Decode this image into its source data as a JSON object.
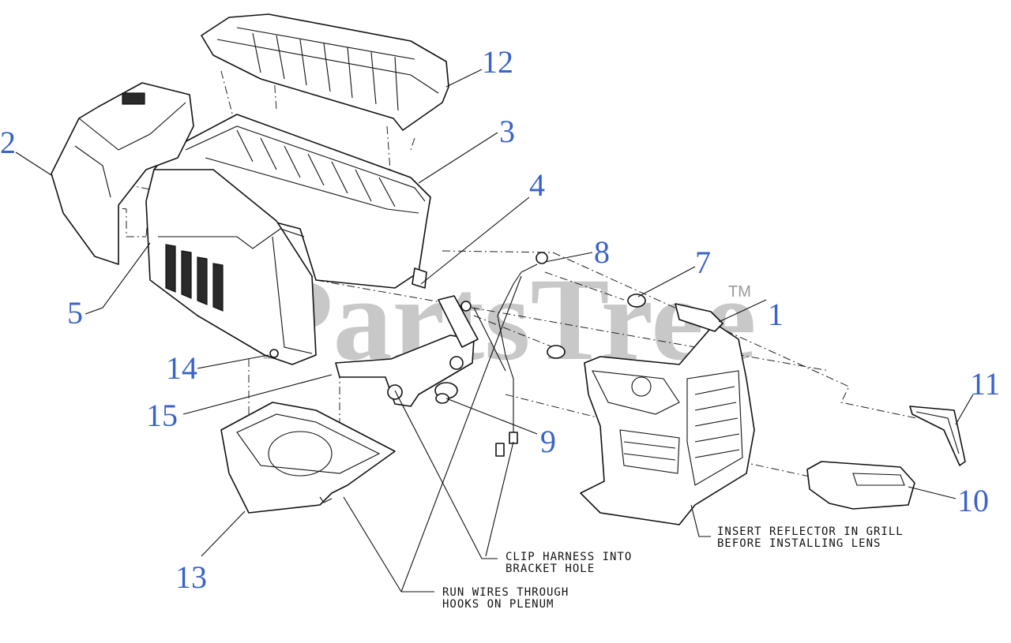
{
  "watermark": {
    "text": "PartsTree",
    "trademark": "TM"
  },
  "callouts": [
    {
      "id": "12",
      "label": "12"
    },
    {
      "id": "3",
      "label": "3"
    },
    {
      "id": "4",
      "label": "4"
    },
    {
      "id": "2",
      "label": "2"
    },
    {
      "id": "5",
      "label": "5"
    },
    {
      "id": "8",
      "label": "8"
    },
    {
      "id": "7",
      "label": "7"
    },
    {
      "id": "1",
      "label": "1"
    },
    {
      "id": "14",
      "label": "14"
    },
    {
      "id": "15",
      "label": "15"
    },
    {
      "id": "9",
      "label": "9"
    },
    {
      "id": "11",
      "label": "11"
    },
    {
      "id": "10",
      "label": "10"
    },
    {
      "id": "13",
      "label": "13"
    }
  ],
  "notes": {
    "insert_reflector": [
      "INSERT REFLECTOR IN GRILL",
      "BEFORE INSTALLING LENS"
    ],
    "clip_harness": [
      "CLIP HARNESS INTO",
      "BRACKET HOLE"
    ],
    "run_wires": [
      "RUN WIRES THROUGH",
      "HOOKS ON PLENUM"
    ]
  }
}
